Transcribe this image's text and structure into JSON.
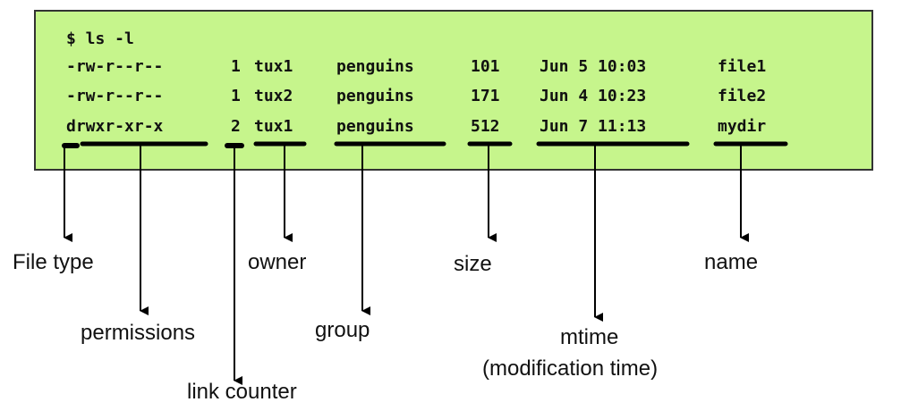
{
  "terminal": {
    "background": "#c6f58c",
    "command": "$ ls -l",
    "rows": [
      {
        "perms": "-rw-r--r--",
        "links": "1",
        "owner": "tux1",
        "group": "penguins",
        "size": "101",
        "mtime": "Jun 5 10:03",
        "name": "file1"
      },
      {
        "perms": "-rw-r--r--",
        "links": "1",
        "owner": "tux2",
        "group": "penguins",
        "size": "171",
        "mtime": "Jun 4 10:23",
        "name": "file2"
      },
      {
        "perms": "drwxr-xr-x",
        "links": "2",
        "owner": "tux1",
        "group": "penguins",
        "size": "512",
        "mtime": "Jun 7 11:13",
        "name": "mydir"
      }
    ]
  },
  "labels": {
    "file_type": "File type",
    "permissions": "permissions",
    "link_counter": "link counter",
    "owner": "owner",
    "group": "group",
    "size": "size",
    "mtime": "mtime",
    "mtime_note": "(modification time)",
    "name": "name"
  }
}
